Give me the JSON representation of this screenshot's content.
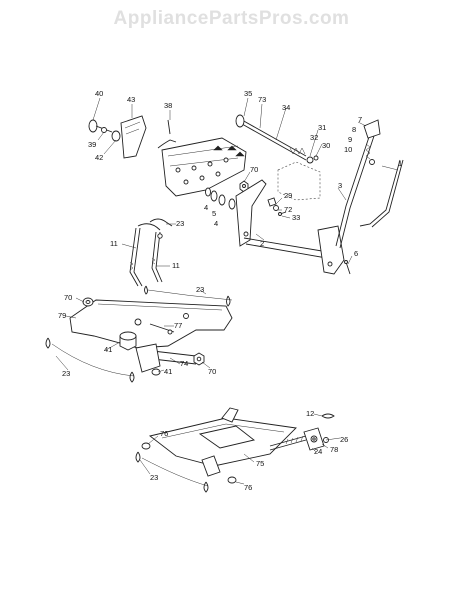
{
  "watermark": "AppliancePartsPros.com",
  "callouts": [
    "40",
    "43",
    "38",
    "39",
    "42",
    "35",
    "73",
    "34",
    "31",
    "32",
    "30",
    "7",
    "8",
    "9",
    "10",
    "1",
    "70",
    "4",
    "5",
    "4",
    "29",
    "72",
    "33",
    "3",
    "23",
    "2",
    "11",
    "11",
    "6",
    "23",
    "70",
    "79",
    "77",
    "41",
    "41",
    "74",
    "70",
    "23",
    "12",
    "76",
    "26",
    "24",
    "78",
    "75",
    "23",
    "76"
  ]
}
